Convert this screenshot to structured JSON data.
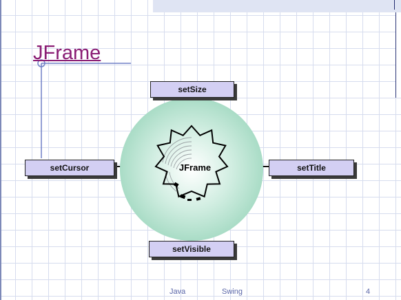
{
  "slide": {
    "title": "JFrame",
    "footer": {
      "left": "Java",
      "center": "Swing",
      "page": "4"
    }
  },
  "diagram": {
    "center": "JFrame",
    "methods": {
      "top": "setSize",
      "left": "setCursor",
      "right": "setTitle",
      "bottom": "setVisible"
    },
    "colors": {
      "title": "#8a1d74",
      "box_fill": "#d3cff3",
      "disc_fill": "#bfe6d6",
      "grid_line": "#d6dcee"
    }
  }
}
